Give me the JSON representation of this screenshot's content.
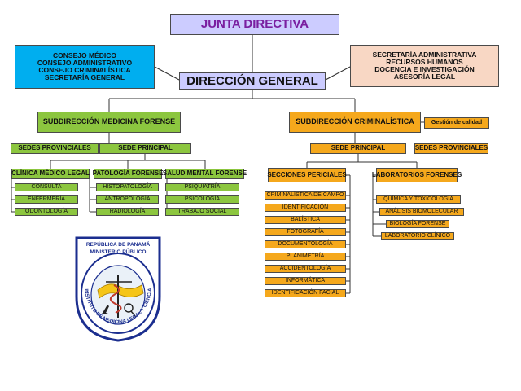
{
  "top": {
    "junta": "JUNTA DIRECTIVA",
    "direccion": "DIRECCIÓN GENERAL",
    "consejos": [
      "CONSEJO MÉDICO",
      "CONSEJO ADMINISTRATIVO",
      "CONSEJO CRIMINALÍSTICA",
      "SECRETARÍA GENERAL"
    ],
    "secretaria": [
      "SECRETARÍA ADMINISTRATIVA",
      "RECURSOS HUMANOS",
      "DOCENCIA E INVESTIGACIÓN",
      "ASESORÍA LEGAL"
    ]
  },
  "medicina": {
    "title": "SUBDIRECCIÓN MEDICINA FORENSE",
    "sedes_provinciales": "SEDES PROVINCIALES",
    "sede_principal": "SEDE PRINCIPAL",
    "columns": [
      {
        "header": "CLÍNICA MÉDICO LEGAL",
        "items": [
          "CONSULTA",
          "ENFERMERÍA",
          "ODONTOLOGÍA"
        ]
      },
      {
        "header": "PATOLOGÍA FORENSE",
        "items": [
          "HISTOPATOLOGÍA",
          "ANTROPOLOGÍA",
          "RADIOLOGÍA"
        ]
      },
      {
        "header": "SALUD MENTAL FORENSE",
        "items": [
          "PSIQUIATRÍA",
          "PSICOLOGÍA",
          "TRABAJO SOCIAL"
        ]
      }
    ]
  },
  "criminalistica": {
    "title": "SUBDIRECCIÓN CRIMINALÍSTICA",
    "gestion": "Gestión de calidad",
    "sede_principal": "SEDE PRINCIPAL",
    "sedes_provinciales": "SEDES PROVINCIALES",
    "secciones": {
      "header": "SECCIONES PERICIALES",
      "items": [
        "CRIMINALÍSTICA DE CAMPO",
        "IDENTIFICACIÓN",
        "BALÍSTICA",
        "FOTOGRAFÍA",
        "DOCUMENTOLOGÍA",
        "PLANIMETRÍA",
        "ACCIDENTOLOGÍA",
        "INFORMÁTICA",
        "IDENTIFICACIÓN FACIAL"
      ]
    },
    "laboratorios": {
      "header": "LABORATORIOS FORENSES",
      "items": [
        "QUÍMICA Y TOXICOLOGÍA",
        "ANÁLISIS BIOMOLECULAR",
        "BIOLOGÍA FORENSE",
        "LABORATORIO CLÍNICO"
      ]
    }
  },
  "logo": {
    "line1": "REPÚBLICA DE PANAMÁ",
    "line2": "MINISTERIO PÚBLICO",
    "ring": "INSTITUTO DE MEDICINA LEGAL Y CIENCIAS FORENSES"
  },
  "colors": {
    "green": "#8cc63f",
    "orange": "#f5a81c",
    "blue": "#00aeef",
    "peach": "#f8d7c4",
    "lavender": "#ccccff",
    "logo_blue": "#1b2e8f"
  }
}
